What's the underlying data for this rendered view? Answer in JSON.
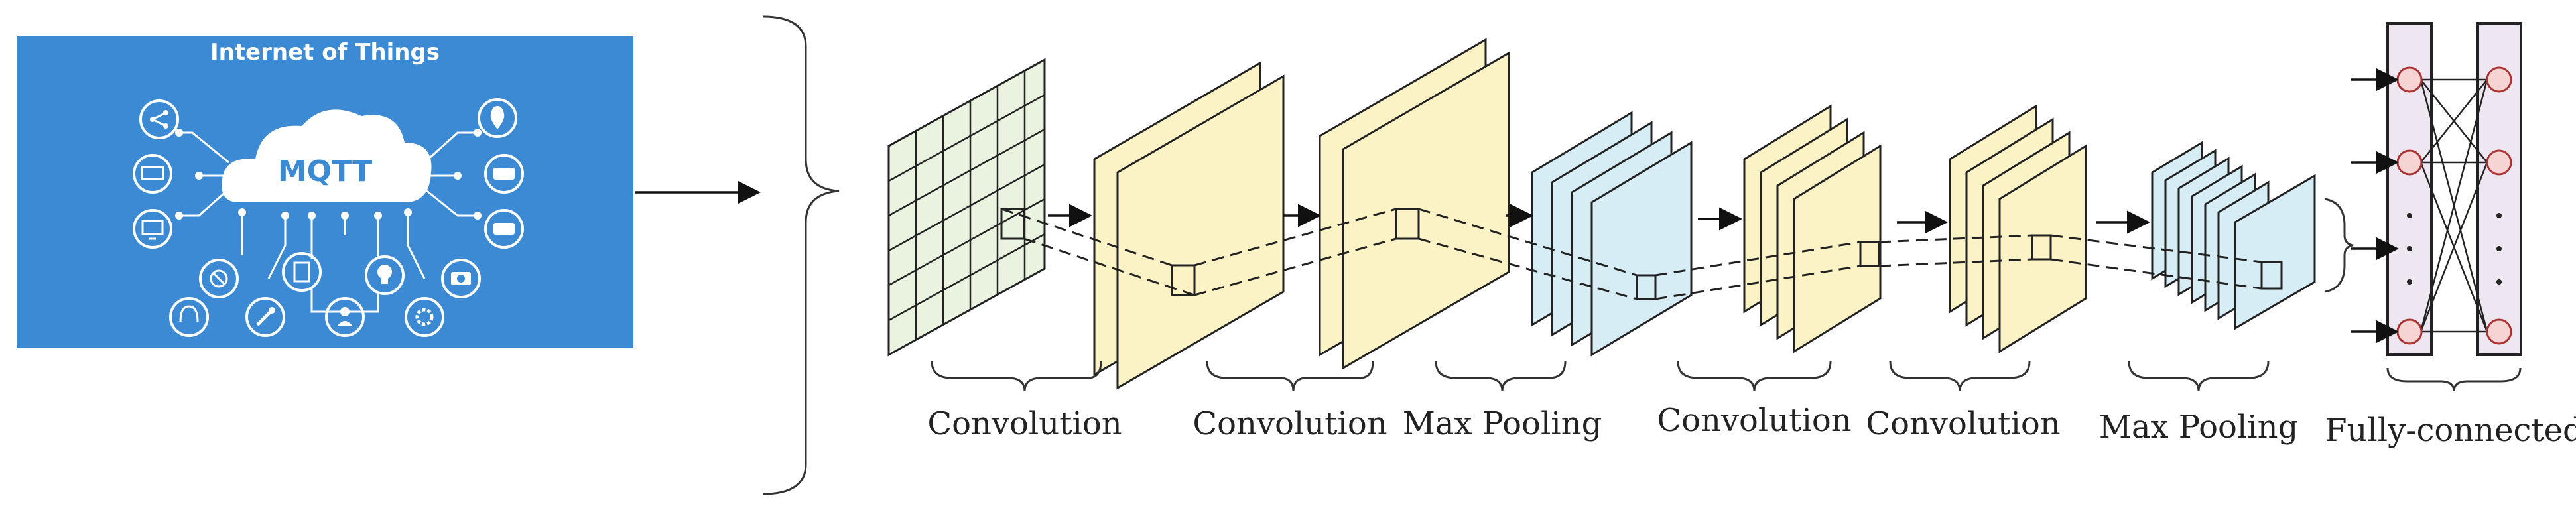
{
  "iot_panel": {
    "title": "Internet of Things",
    "cloud_label": "MQTT",
    "background_color": "#3b8ad3",
    "icons": [
      "share-icon",
      "location-pin-icon",
      "tv-icon",
      "keyboard-icon",
      "monitor-icon",
      "chat-icon",
      "no-entry-icon",
      "document-icon",
      "lightbulb-icon",
      "headphones-icon",
      "wrench-icon",
      "person-icon",
      "gear-icon",
      "camera-icon"
    ]
  },
  "stages": [
    {
      "label": "Convolution"
    },
    {
      "label": "Convolution"
    },
    {
      "label": "Max Pooling"
    },
    {
      "label": "Convolution"
    },
    {
      "label": "Convolution"
    },
    {
      "label": "Max Pooling"
    },
    {
      "label": "Fully-connected"
    }
  ],
  "colors": {
    "feature_map": "#fbf3c6",
    "pooling_map": "#d7edf5",
    "input_grid": "#e9f3df",
    "fc_column": "#eee6f0",
    "neuron": "#f6d4d4"
  }
}
